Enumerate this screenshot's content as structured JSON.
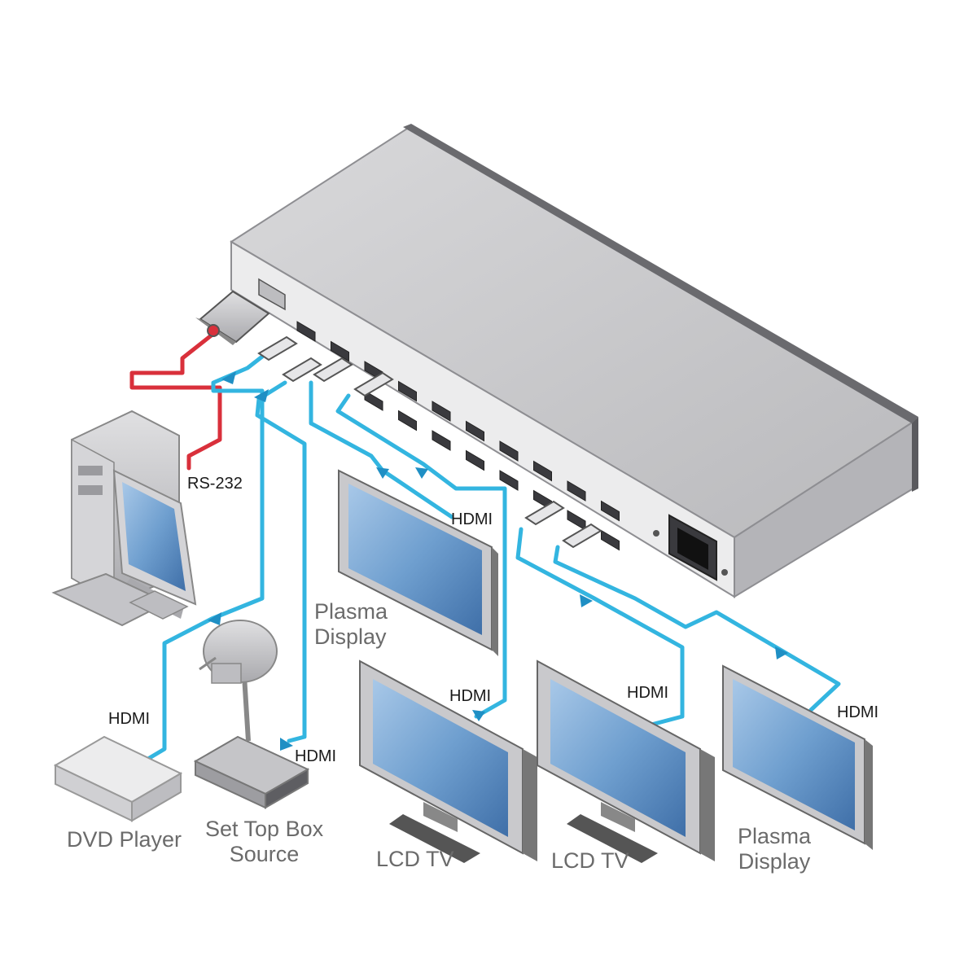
{
  "labels": {
    "rs232": "RS-232",
    "hdmi": "HDMI",
    "plasma_top": "Plasma\nDisplay",
    "dvd": "DVD Player",
    "stb": "Set Top Box\nSource",
    "lcd1": "LCD TV",
    "lcd2": "LCD TV",
    "plasma_right": "Plasma\nDisplay"
  },
  "colors": {
    "hdmi_cable": "#33b5e0",
    "rs232_cable": "#d9303b",
    "arrow": "#1f8fc4",
    "chassis_top": "#cfcfd1",
    "chassis_front": "#e9e9ea",
    "screen_blue": "#6f9fcf"
  },
  "icons": [
    "matrix-switcher-device",
    "pc-computer-icon",
    "dvd-player-icon",
    "set-top-box-icon",
    "satellite-dish-icon",
    "plasma-display-icon",
    "lcd-tv-icon",
    "hdmi-connector-icon",
    "rs232-connector-icon",
    "power-socket-icon"
  ]
}
